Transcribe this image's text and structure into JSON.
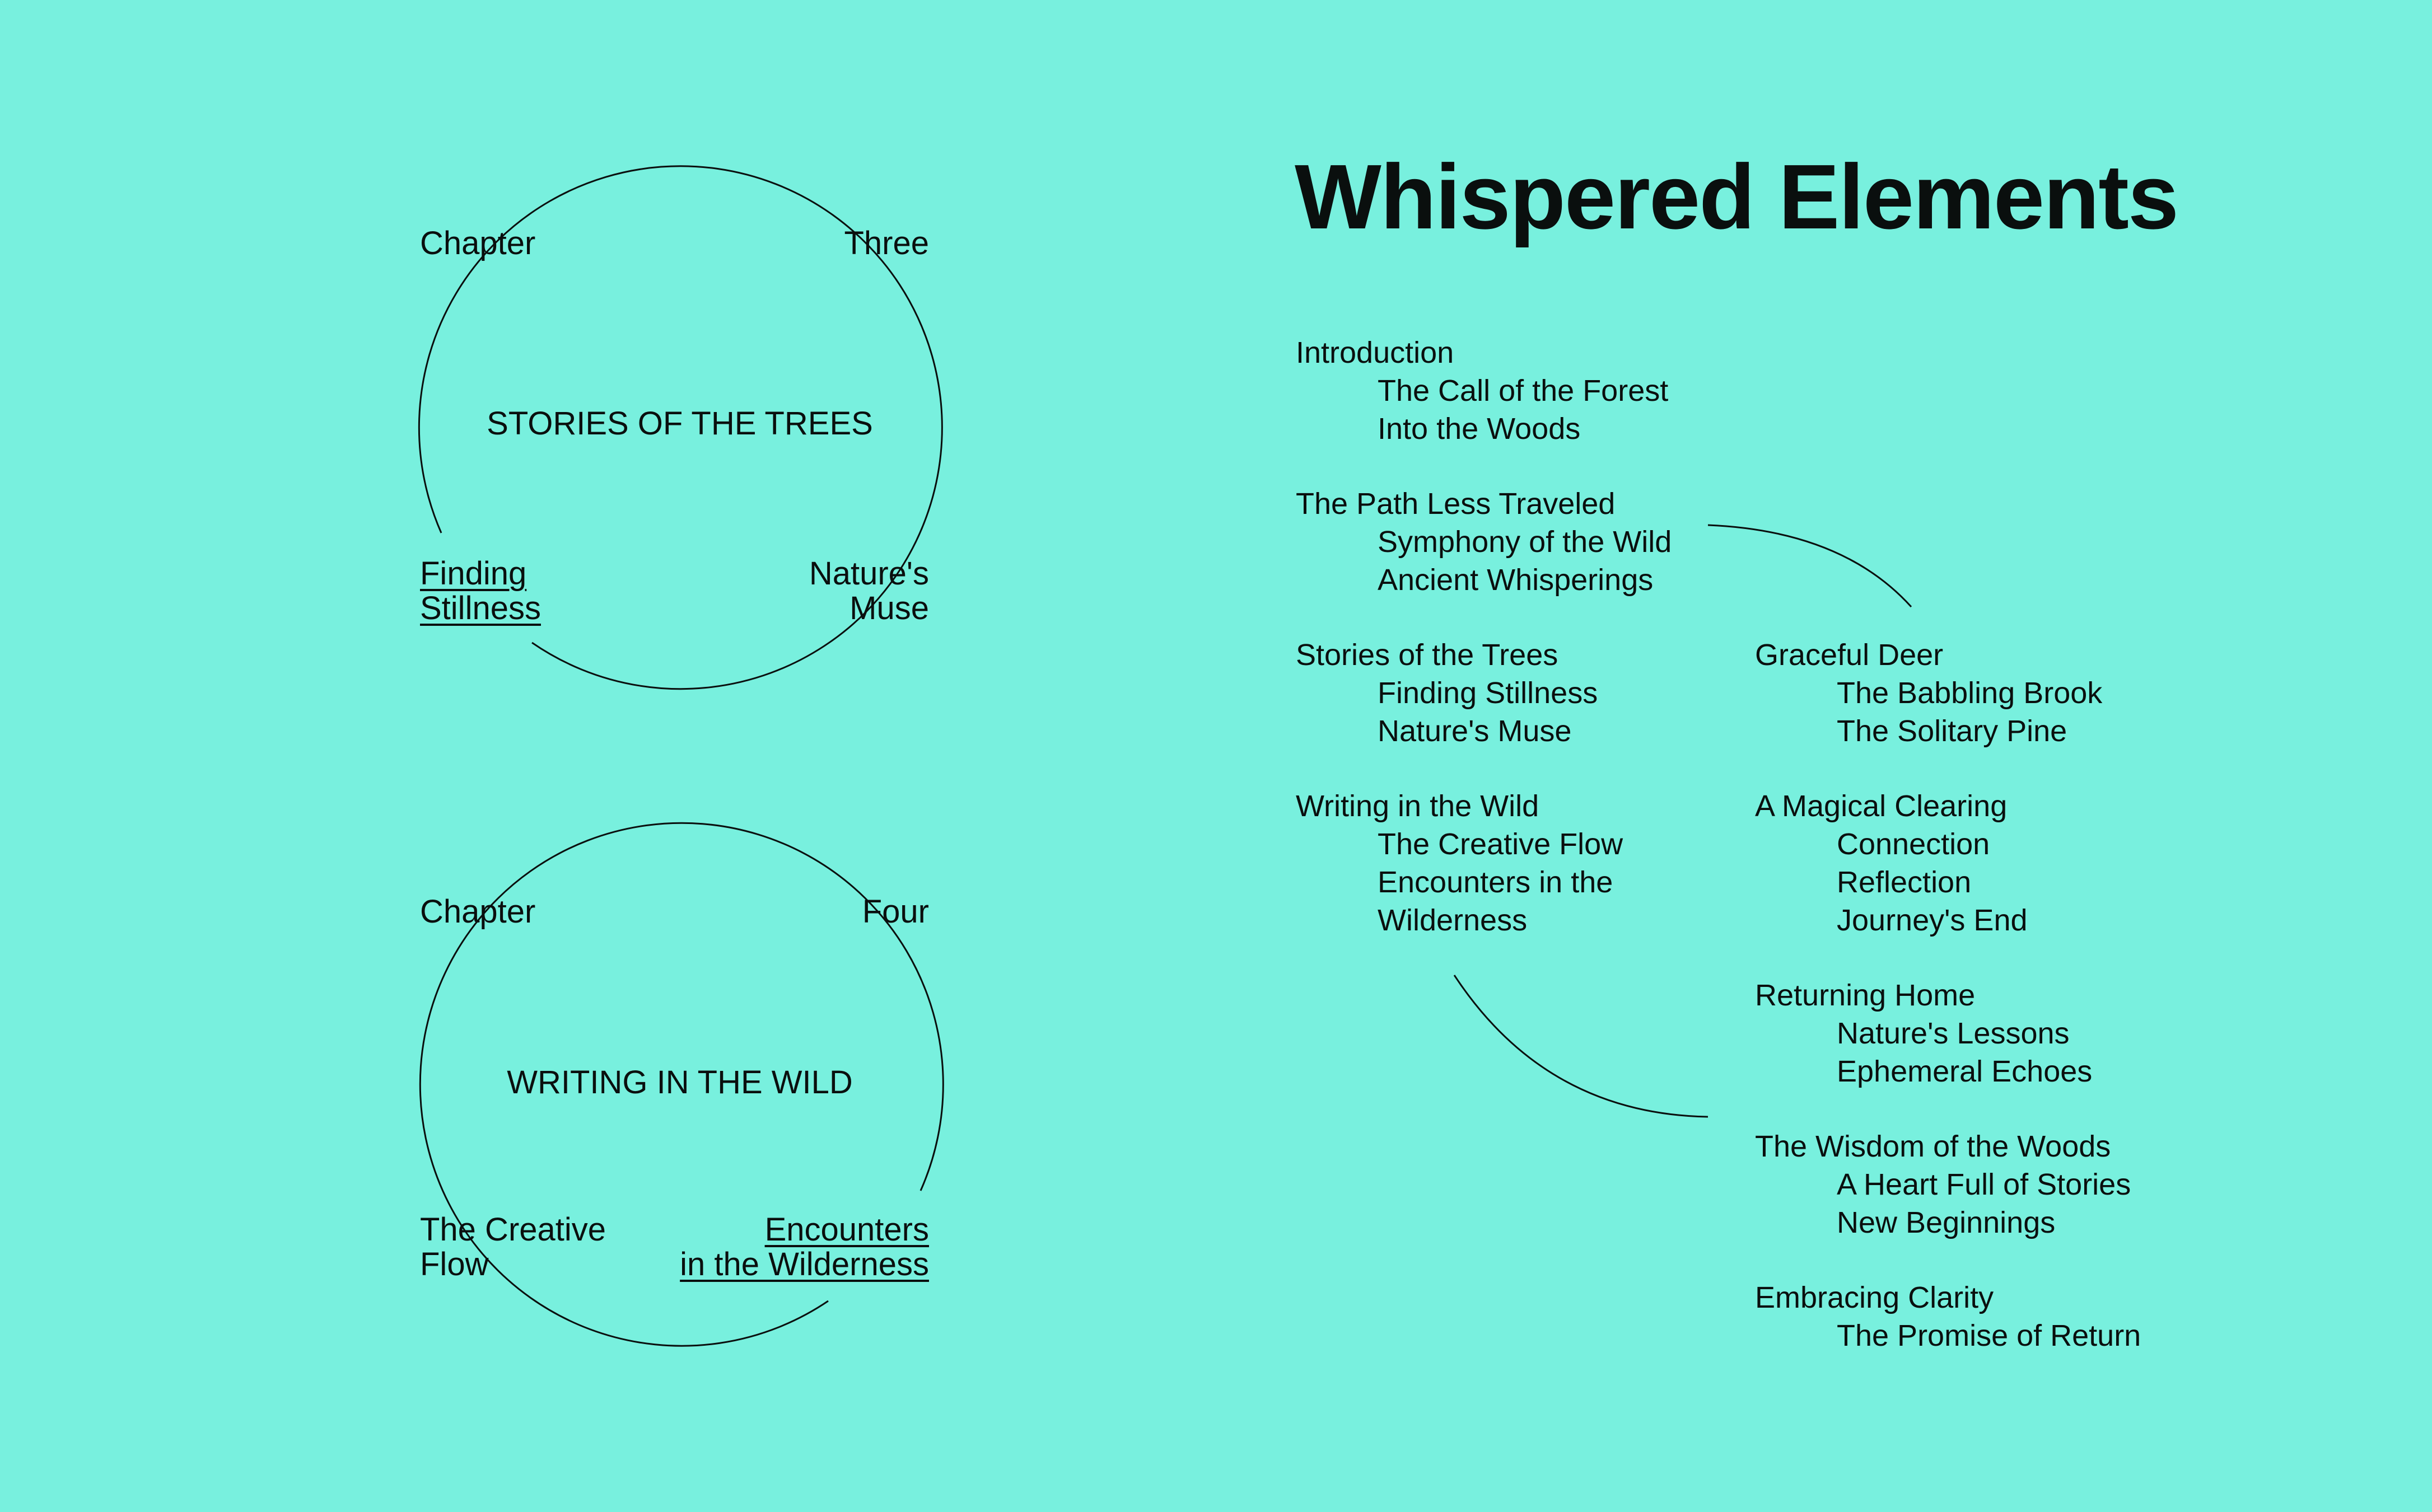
{
  "title": "Whispered Elements",
  "accent_color": "#78F0DE",
  "text_color": "#0a0f0e",
  "wheels": [
    {
      "top_left": "Chapter",
      "top_right": "Three",
      "center": "STORIES OF THE TREES",
      "bottom_left": [
        "Finding",
        "Stillness"
      ],
      "bottom_right": [
        "Nature's",
        "Muse"
      ],
      "linked": "bottom_left"
    },
    {
      "top_left": "Chapter",
      "top_right": "Four",
      "center": "WRITING IN THE WILD",
      "bottom_left": [
        "The Creative",
        "Flow"
      ],
      "bottom_right": [
        "Encounters",
        "in the Wilderness"
      ],
      "linked": "bottom_right"
    }
  ],
  "toc_left": [
    {
      "heading": "Introduction",
      "items": [
        "The Call of the Forest",
        "Into the Woods"
      ]
    },
    {
      "heading": "The Path Less Traveled",
      "items": [
        "Symphony of the Wild",
        "Ancient Whisperings"
      ]
    },
    {
      "heading": "Stories of the Trees",
      "items": [
        "Finding Stillness",
        "Nature's Muse"
      ]
    },
    {
      "heading": "Writing in the Wild",
      "items": [
        "The Creative Flow",
        "Encounters in the",
        "Wilderness"
      ]
    }
  ],
  "toc_right": [
    {
      "heading": "Graceful Deer",
      "items": [
        "The Babbling Brook",
        "The Solitary Pine"
      ]
    },
    {
      "heading": "A Magical Clearing",
      "items": [
        "Connection",
        "Reflection",
        "Journey's End"
      ]
    },
    {
      "heading": "Returning Home",
      "items": [
        "Nature's Lessons",
        "Ephemeral Echoes"
      ]
    },
    {
      "heading": "The Wisdom of the Woods",
      "items": [
        "A Heart Full of Stories",
        "New Beginnings"
      ]
    },
    {
      "heading": "Embracing Clarity",
      "items": [
        "The Promise of Return"
      ]
    }
  ]
}
